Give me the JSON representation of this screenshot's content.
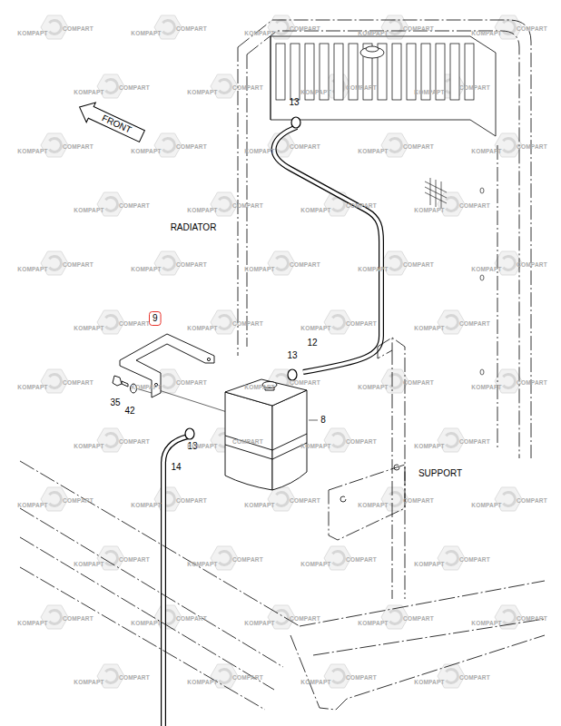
{
  "diagram": {
    "nodes": [
      {
        "text": [
          "FRONT"
        ]
      },
      {
        "text": [
          "9"
        ]
      }
    ],
    "labels": [
      "13",
      "RADIATOR",
      "13",
      "12",
      "35",
      "42",
      "8",
      "13",
      "14",
      "SUPPORT",
      "KOMPAPT",
      "COMPART",
      "KOMPAPT",
      "COMPART",
      "KOMPAPT",
      "COMPART",
      "KOMPAPT",
      "COMPART",
      "KOMPAPT",
      "COMPART",
      "KOMPAPT",
      "COMPART",
      "KOMPAPT",
      "COMPART",
      "KOMPAPT",
      "COMPART",
      "KOMPAPT",
      "COMPART",
      "KOMPAPT",
      "COMPART",
      "KOMPAPT",
      "COMPART",
      "KOMPAPT",
      "COMPART",
      "KOMPAPT",
      "COMPART",
      "KOMPAPT",
      "COMPART",
      "KOMPAPT",
      "COMPART",
      "KOMPAPT",
      "COMPART",
      "KOMPAPT",
      "COMPART",
      "KOMPAPT",
      "COMPART",
      "KOMPAPT",
      "COMPART",
      "KOMPAPT",
      "COMPART",
      "KOMPAPT",
      "COMPART",
      "KOMPAPT",
      "COMPART",
      "KOMPAPT",
      "COMPART",
      "KOMPAPT",
      "COMPART",
      "KOMPAPT",
      "COMPART",
      "KOMPAPT",
      "COMPART",
      "KOMPAPT",
      "COMPART",
      "KOMPAPT",
      "COMPART",
      "KOMPAPT",
      "COMPART",
      "KOMPAPT",
      "COMPART",
      "KOMPAPT",
      "COMPART",
      "KOMPAPT",
      "COMPART",
      "KOMPAPT",
      "COMPART",
      "KOMPAPT",
      "COMPART",
      "KOMPAPT",
      "COMPART",
      "KOMPAPT",
      "COMPART",
      "KOMPAPT",
      "COMPART",
      "KOMPAPT",
      "COMPART",
      "KOMPAPT",
      "COMPART",
      "KOMPAPT",
      "COMPART",
      "KOMPAPT",
      "COMPART",
      "KOMPAPT",
      "COMPART",
      "KOMPAPT",
      "COMPART",
      "KOMPAPT",
      "COMPART",
      "KOMPAPT",
      "COMPART",
      "KOMPAPT",
      "COMPART",
      "KOMPAPT",
      "COMPART",
      "KOMPAPT",
      "COMPART",
      "KOMPAPT",
      "COMPART",
      "KOMPAPT",
      "COMPART",
      "KOMPAPT",
      "COMPART",
      "KOMPAPT",
      "COMPART",
      "KOMPAPT",
      "COMPART",
      "KOMPAPT",
      "COMPART"
    ]
  }
}
